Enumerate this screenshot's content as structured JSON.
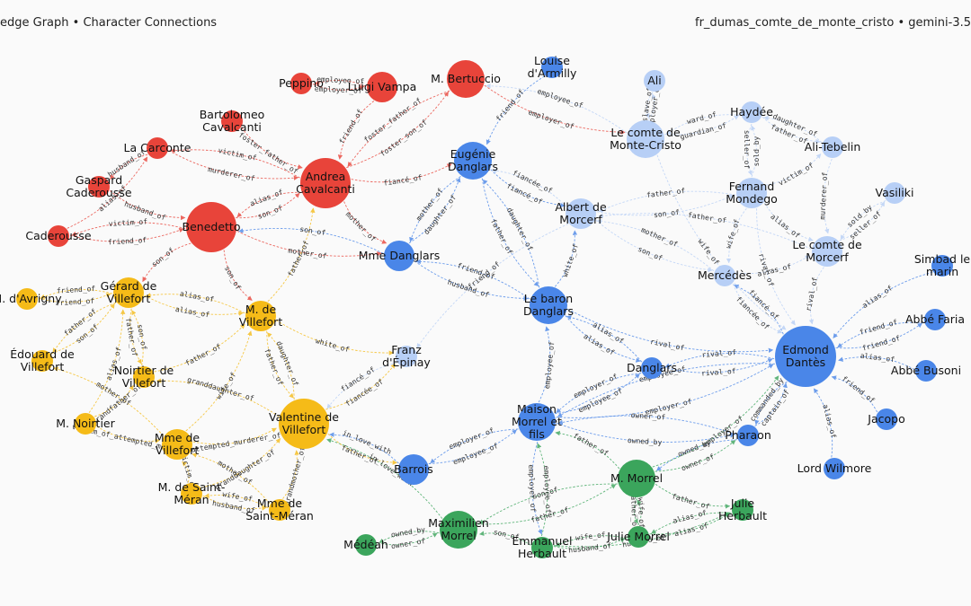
{
  "header": {
    "title": "edge Graph • Character Connections",
    "source": "fr_dumas_comte_de_monte_cristo • gemini-3.5"
  },
  "colors": {
    "red": "#e8443a",
    "blue": "#4a86e8",
    "lightblue": "#b7cff6",
    "yellow": "#f5bb18",
    "green": "#3ba55c"
  },
  "nodes": [
    {
      "id": "peppino",
      "label": "Peppino",
      "group": "red",
      "size": "s"
    },
    {
      "id": "vampa",
      "label": "Luigi Vampa",
      "group": "red",
      "size": "m"
    },
    {
      "id": "bertuccio",
      "label": "M. Bertuccio",
      "group": "red",
      "size": "l"
    },
    {
      "id": "bartolomeo",
      "label": "Bartolomeo\nCavalcanti",
      "group": "red",
      "size": "s"
    },
    {
      "id": "carconte",
      "label": "La Carconte",
      "group": "red",
      "size": "s"
    },
    {
      "id": "gaspard",
      "label": "Gaspard\nCaderousse",
      "group": "red",
      "size": "s"
    },
    {
      "id": "caderousse",
      "label": "Caderousse",
      "group": "red",
      "size": "s"
    },
    {
      "id": "andrea",
      "label": "Andrea\nCavalcanti",
      "group": "red",
      "size": "xl"
    },
    {
      "id": "benedetto",
      "label": "Benedetto",
      "group": "red",
      "size": "xl"
    },
    {
      "id": "louise",
      "label": "Louise\nd'Armilly",
      "group": "blue",
      "size": "s"
    },
    {
      "id": "eugenie",
      "label": "Eugénie\nDanglars",
      "group": "blue",
      "size": "l"
    },
    {
      "id": "mmedanglars",
      "label": "Mme Danglars",
      "group": "blue",
      "size": "m"
    },
    {
      "id": "barondanglars",
      "label": "Le baron\nDanglars",
      "group": "blue",
      "size": "l"
    },
    {
      "id": "danglars",
      "label": "Danglars",
      "group": "blue",
      "size": "s"
    },
    {
      "id": "morrelfils",
      "label": "Maison\nMorrel et\nfils",
      "group": "blue",
      "size": "l"
    },
    {
      "id": "pharaon",
      "label": "Pharaon",
      "group": "blue",
      "size": "s"
    },
    {
      "id": "barrois",
      "label": "Barrois",
      "group": "blue",
      "size": "m"
    },
    {
      "id": "dantes",
      "label": "Edmond\nDantès",
      "group": "blue",
      "size": "xxl"
    },
    {
      "id": "simbad",
      "label": "Simbad le\nmarin",
      "group": "blue",
      "size": "s"
    },
    {
      "id": "faria",
      "label": "Abbé Faria",
      "group": "blue",
      "size": "s"
    },
    {
      "id": "busoni",
      "label": "Abbé Busoni",
      "group": "blue",
      "size": "s"
    },
    {
      "id": "jacopo",
      "label": "Jacopo",
      "group": "blue",
      "size": "s"
    },
    {
      "id": "wilmore",
      "label": "Lord Wilmore",
      "group": "blue",
      "size": "s"
    },
    {
      "id": "ali",
      "label": "Ali",
      "group": "lightblue",
      "size": "s"
    },
    {
      "id": "montecristo",
      "label": "Le comte de\nMonte-Cristo",
      "group": "lightblue",
      "size": "l"
    },
    {
      "id": "haydee",
      "label": "Haydée",
      "group": "lightblue",
      "size": "s"
    },
    {
      "id": "alitebelin",
      "label": "Ali-Tebelin",
      "group": "lightblue",
      "size": "s"
    },
    {
      "id": "fernand",
      "label": "Fernand\nMondego",
      "group": "lightblue",
      "size": "m"
    },
    {
      "id": "vasiliki",
      "label": "Vasiliki",
      "group": "lightblue",
      "size": "s"
    },
    {
      "id": "albert",
      "label": "Albert de\nMorcerf",
      "group": "lightblue",
      "size": "m"
    },
    {
      "id": "comtemorcerf",
      "label": "Le comte de\nMorcerf",
      "group": "lightblue",
      "size": "m"
    },
    {
      "id": "mercedes",
      "label": "Mercédès",
      "group": "lightblue",
      "size": "s"
    },
    {
      "id": "franz",
      "label": "Franz\nd'Épinay",
      "group": "lightblue",
      "size": "s"
    },
    {
      "id": "gerard",
      "label": "Gérard de\nVillefort",
      "group": "yellow",
      "size": "m"
    },
    {
      "id": "davrigny",
      "label": "M. d'Avrigny",
      "group": "yellow",
      "size": "s"
    },
    {
      "id": "mdevillefort",
      "label": "M. de\nVillefort",
      "group": "yellow",
      "size": "m"
    },
    {
      "id": "edouard",
      "label": "Édouard de\nVillefort",
      "group": "yellow",
      "size": "s"
    },
    {
      "id": "noirtierdev",
      "label": "Noirtier de\nVillefort",
      "group": "yellow",
      "size": "s"
    },
    {
      "id": "mnoirtier",
      "label": "M. Noirtier",
      "group": "yellow",
      "size": "s"
    },
    {
      "id": "valentine",
      "label": "Valentine de\nVillefort",
      "group": "yellow",
      "size": "xl"
    },
    {
      "id": "mmevillefort",
      "label": "Mme de\nVillefort",
      "group": "yellow",
      "size": "m"
    },
    {
      "id": "msaintmeran",
      "label": "M. de Saint-\nMéran",
      "group": "yellow",
      "size": "s"
    },
    {
      "id": "mmesaintmeran",
      "label": "Mme de\nSaint-Méran",
      "group": "yellow",
      "size": "s"
    },
    {
      "id": "mmorrel",
      "label": "M. Morrel",
      "group": "green",
      "size": "l"
    },
    {
      "id": "julieherbault",
      "label": "Julie\nHerbault",
      "group": "green",
      "size": "s"
    },
    {
      "id": "juliemorrel",
      "label": "Julie Morrel",
      "group": "green",
      "size": "s"
    },
    {
      "id": "emmanuel",
      "label": "Emmanuel\nHerbault",
      "group": "green",
      "size": "s"
    },
    {
      "id": "maximilien",
      "label": "Maximilien\nMorrel",
      "group": "green",
      "size": "l"
    },
    {
      "id": "medeah",
      "label": "Médéah",
      "group": "green",
      "size": "s"
    }
  ],
  "edges": [
    {
      "s": "peppino",
      "t": "vampa",
      "label": "employer_of"
    },
    {
      "s": "vampa",
      "t": "peppino",
      "label": "employee_of"
    },
    {
      "s": "vampa",
      "t": "andrea",
      "label": "friend_of"
    },
    {
      "s": "bertuccio",
      "t": "andrea",
      "label": "foster_father_of"
    },
    {
      "s": "andrea",
      "t": "bertuccio",
      "label": "foster_son_of"
    },
    {
      "s": "bartolomeo",
      "t": "andrea",
      "label": "foster_father_of"
    },
    {
      "s": "carconte",
      "t": "andrea",
      "label": "murderer_of"
    },
    {
      "s": "carconte",
      "t": "gaspard",
      "label": "husband_of"
    },
    {
      "s": "caderousse",
      "t": "carconte",
      "label": "alias_of"
    },
    {
      "s": "caderousse",
      "t": "benedetto",
      "label": "friend_of"
    },
    {
      "s": "benedetto",
      "t": "caderousse",
      "label": "victim_of"
    },
    {
      "s": "gaspard",
      "t": "benedetto",
      "label": "husband_of"
    },
    {
      "s": "andrea",
      "t": "benedetto",
      "label": "alias_of"
    },
    {
      "s": "benedetto",
      "t": "andrea",
      "label": "son_of"
    },
    {
      "s": "andrea",
      "t": "carconte",
      "label": "victim_of"
    },
    {
      "s": "andrea",
      "t": "eugenie",
      "label": "fiancé_of"
    },
    {
      "s": "andrea",
      "t": "mmedanglars",
      "label": "mother_of"
    },
    {
      "s": "benedetto",
      "t": "mmedanglars",
      "label": "mother_of"
    },
    {
      "s": "benedetto",
      "t": "mdevillefort",
      "label": "son_of"
    },
    {
      "s": "benedetto",
      "t": "gerard",
      "label": "son_of"
    },
    {
      "s": "mdevillefort",
      "t": "andrea",
      "label": "father_of"
    },
    {
      "s": "mmedanglars",
      "t": "eugenie",
      "label": "daughter_of"
    },
    {
      "s": "eugenie",
      "t": "mmedanglars",
      "label": "mother_of"
    },
    {
      "s": "louise",
      "t": "eugenie",
      "label": "friend_of"
    },
    {
      "s": "bertuccio",
      "t": "montecristo",
      "label": "employer_of"
    },
    {
      "s": "montecristo",
      "t": "bertuccio",
      "label": "employee_of"
    },
    {
      "s": "eugenie",
      "t": "albert",
      "label": "fiancé_of"
    },
    {
      "s": "albert",
      "t": "eugenie",
      "label": "fiancée_of"
    },
    {
      "s": "barondanglars",
      "t": "eugenie",
      "label": "daughter_of"
    },
    {
      "s": "eugenie",
      "t": "barondanglars",
      "label": "father_of"
    },
    {
      "s": "mmedanglars",
      "t": "barondanglars",
      "label": "husband_of"
    },
    {
      "s": "barondanglars",
      "t": "mmedanglars",
      "label": "friend_of"
    },
    {
      "s": "mmedanglars",
      "t": "benedetto",
      "label": "son_of"
    },
    {
      "s": "ali",
      "t": "montecristo",
      "label": "slave_of"
    },
    {
      "s": "montecristo",
      "t": "ali",
      "label": "employer_of"
    },
    {
      "s": "haydee",
      "t": "montecristo",
      "label": "ward_of"
    },
    {
      "s": "montecristo",
      "t": "haydee",
      "label": "guardian_of"
    },
    {
      "s": "haydee",
      "t": "alitebelin",
      "label": "father_of"
    },
    {
      "s": "alitebelin",
      "t": "haydee",
      "label": "daughter_of"
    },
    {
      "s": "fernand",
      "t": "haydee",
      "label": "sold_by"
    },
    {
      "s": "haydee",
      "t": "fernand",
      "label": "seller_of"
    },
    {
      "s": "fernand",
      "t": "alitebelin",
      "label": "victim_of"
    },
    {
      "s": "alitebelin",
      "t": "comtemorcerf",
      "label": "murderer_of"
    },
    {
      "s": "vasiliki",
      "t": "comtemorcerf",
      "label": "sold_by"
    },
    {
      "s": "comtemorcerf",
      "t": "vasiliki",
      "label": "seller_of"
    },
    {
      "s": "fernand",
      "t": "albert",
      "label": "father_of"
    },
    {
      "s": "albert",
      "t": "fernand",
      "label": "son_of"
    },
    {
      "s": "mercedes",
      "t": "albert",
      "label": "mother_of"
    },
    {
      "s": "albert",
      "t": "mercedes",
      "label": "son_of"
    },
    {
      "s": "comtemorcerf",
      "t": "albert",
      "label": "father_of"
    },
    {
      "s": "fernand",
      "t": "mercedes",
      "label": "wife_of"
    },
    {
      "s": "fernand",
      "t": "comtemorcerf",
      "label": "alias_of"
    },
    {
      "s": "mercedes",
      "t": "comtemorcerf",
      "label": "alias_of"
    },
    {
      "s": "fernand",
      "t": "dantes",
      "label": "rival_of"
    },
    {
      "s": "mercedes",
      "t": "dantes",
      "label": "fiancée_of"
    },
    {
      "s": "dantes",
      "t": "mercedes",
      "label": "fiancé_of"
    },
    {
      "s": "comtemorcerf",
      "t": "dantes",
      "label": "rival_of"
    },
    {
      "s": "montecristo",
      "t": "dantes",
      "label": "wife_of"
    },
    {
      "s": "albert",
      "t": "franz",
      "label": "friend_of"
    },
    {
      "s": "barondanglars",
      "t": "dantes",
      "label": "rival_of"
    },
    {
      "s": "danglars",
      "t": "barondanglars",
      "label": "alias_of"
    },
    {
      "s": "danglars",
      "t": "dantes",
      "label": "rival_of"
    },
    {
      "s": "dantes",
      "t": "danglars",
      "label": "rival_of"
    },
    {
      "s": "barondanglars",
      "t": "danglars",
      "label": "alias_of"
    },
    {
      "s": "morrelfils",
      "t": "barondanglars",
      "label": "employee_of"
    },
    {
      "s": "morrelfils",
      "t": "danglars",
      "label": "employee_of"
    },
    {
      "s": "danglars",
      "t": "morrelfils",
      "label": "employer_of"
    },
    {
      "s": "morrelfils",
      "t": "dantes",
      "label": "employer_of"
    },
    {
      "s": "dantes",
      "t": "morrelfils",
      "label": "employee_of"
    },
    {
      "s": "morrelfils",
      "t": "pharaon",
      "label": "owned_by"
    },
    {
      "s": "pharaon",
      "t": "morrelfils",
      "label": "owner_of"
    },
    {
      "s": "pharaon",
      "t": "dantes",
      "label": "captain_of"
    },
    {
      "s": "dantes",
      "t": "pharaon",
      "label": "commanded_by"
    },
    {
      "s": "mmorrel",
      "t": "pharaon",
      "label": "owner_of"
    },
    {
      "s": "pharaon",
      "t": "mmorrel",
      "label": "owned_by"
    },
    {
      "s": "mmorrel",
      "t": "dantes",
      "label": "employer_of"
    },
    {
      "s": "simbad",
      "t": "dantes",
      "label": "alias_of"
    },
    {
      "s": "faria",
      "t": "dantes",
      "label": "friend_of"
    },
    {
      "s": "dantes",
      "t": "faria",
      "label": "friend_of"
    },
    {
      "s": "busoni",
      "t": "dantes",
      "label": "alias_of"
    },
    {
      "s": "jacopo",
      "t": "dantes",
      "label": "friend_of"
    },
    {
      "s": "wilmore",
      "t": "dantes",
      "label": "alias_of"
    },
    {
      "s": "barrois",
      "t": "morrelfils",
      "label": "employee_of"
    },
    {
      "s": "morrelfils",
      "t": "barrois",
      "label": "employer_of"
    },
    {
      "s": "mmorrel",
      "t": "morrelfils",
      "label": "father_of"
    },
    {
      "s": "emmanuel",
      "t": "morrelfils",
      "label": "employee_of"
    },
    {
      "s": "morrelfils",
      "t": "emmanuel",
      "label": "employer_of"
    },
    {
      "s": "barrois",
      "t": "valentine",
      "label": "in_love_with"
    },
    {
      "s": "maximilien",
      "t": "valentine",
      "label": "in_love_with"
    },
    {
      "s": "valentine",
      "t": "franz",
      "label": "fiancée_of"
    },
    {
      "s": "franz",
      "t": "valentine",
      "label": "fiancé_of"
    },
    {
      "s": "valentine",
      "t": "barrois",
      "label": "father_of"
    },
    {
      "s": "valentine",
      "t": "mdevillefort",
      "label": "daughter_of"
    },
    {
      "s": "mdevillefort",
      "t": "valentine",
      "label": "father_of"
    },
    {
      "s": "mdevillefort",
      "t": "franz",
      "label": "white_of"
    },
    {
      "s": "barondanglars",
      "t": "albert",
      "label": "white_of"
    },
    {
      "s": "gerard",
      "t": "mdevillefort",
      "label": "alias_of"
    },
    {
      "s": "mdevillefort",
      "t": "gerard",
      "label": "alias_of"
    },
    {
      "s": "davrigny",
      "t": "gerard",
      "label": "friend_of"
    },
    {
      "s": "gerard",
      "t": "davrigny",
      "label": "friend_of"
    },
    {
      "s": "edouard",
      "t": "gerard",
      "label": "son_of"
    },
    {
      "s": "gerard",
      "t": "edouard",
      "label": "father_of"
    },
    {
      "s": "noirtierdev",
      "t": "gerard",
      "label": "son_of"
    },
    {
      "s": "gerard",
      "t": "noirtierdev",
      "label": "father_of"
    },
    {
      "s": "mnoirtier",
      "t": "gerard",
      "label": "alias_of"
    },
    {
      "s": "mnoirtier",
      "t": "noirtierdev",
      "label": "grandfather_of"
    },
    {
      "s": "mnoirtier",
      "t": "mmevillefort",
      "label": "victim_of_attempted_murder"
    },
    {
      "s": "mmevillefort",
      "t": "valentine",
      "label": "attempted_murderer_of"
    },
    {
      "s": "mmevillefort",
      "t": "mdevillefort",
      "label": "wife_of"
    },
    {
      "s": "mmevillefort",
      "t": "edouard",
      "label": "mother_of"
    },
    {
      "s": "noirtierdev",
      "t": "mdevillefort",
      "label": "father_of"
    },
    {
      "s": "valentine",
      "t": "noirtierdev",
      "label": "granddaughter_of"
    },
    {
      "s": "msaintmeran",
      "t": "valentine",
      "label": "granddaughter_of"
    },
    {
      "s": "msaintmeran",
      "t": "mmevillefort",
      "label": "victim_of"
    },
    {
      "s": "msaintmeran",
      "t": "mmesaintmeran",
      "label": "husband_of"
    },
    {
      "s": "mmesaintmeran",
      "t": "msaintmeran",
      "label": "wife_of"
    },
    {
      "s": "mmesaintmeran",
      "t": "valentine",
      "label": "grandmother_of"
    },
    {
      "s": "mmesaintmeran",
      "t": "mmevillefort",
      "label": "mother_of"
    },
    {
      "s": "medeah",
      "t": "maximilien",
      "label": "owner_of"
    },
    {
      "s": "maximilien",
      "t": "medeah",
      "label": "owned_by"
    },
    {
      "s": "maximilien",
      "t": "mmorrel",
      "label": "father_of"
    },
    {
      "s": "mmorrel",
      "t": "maximilien",
      "label": "son_of"
    },
    {
      "s": "mmorrel",
      "t": "julieherbault",
      "label": "father_of"
    },
    {
      "s": "julieherbault",
      "t": "juliemorrel",
      "label": "alias_of"
    },
    {
      "s": "juliemorrel",
      "t": "julieherbault",
      "label": "alias_of"
    },
    {
      "s": "juliemorrel",
      "t": "mmorrel",
      "label": "wife_of"
    },
    {
      "s": "emmanuel",
      "t": "juliemorrel",
      "label": "husband_of"
    },
    {
      "s": "juliemorrel",
      "t": "emmanuel",
      "label": "wife_of"
    },
    {
      "s": "emmanuel",
      "t": "maximilien",
      "label": "son_of"
    },
    {
      "s": "mmorrel",
      "t": "juliemorrel",
      "label": "father_of"
    },
    {
      "s": "emmanuel",
      "t": "julieherbault",
      "label": "husband_of"
    }
  ]
}
